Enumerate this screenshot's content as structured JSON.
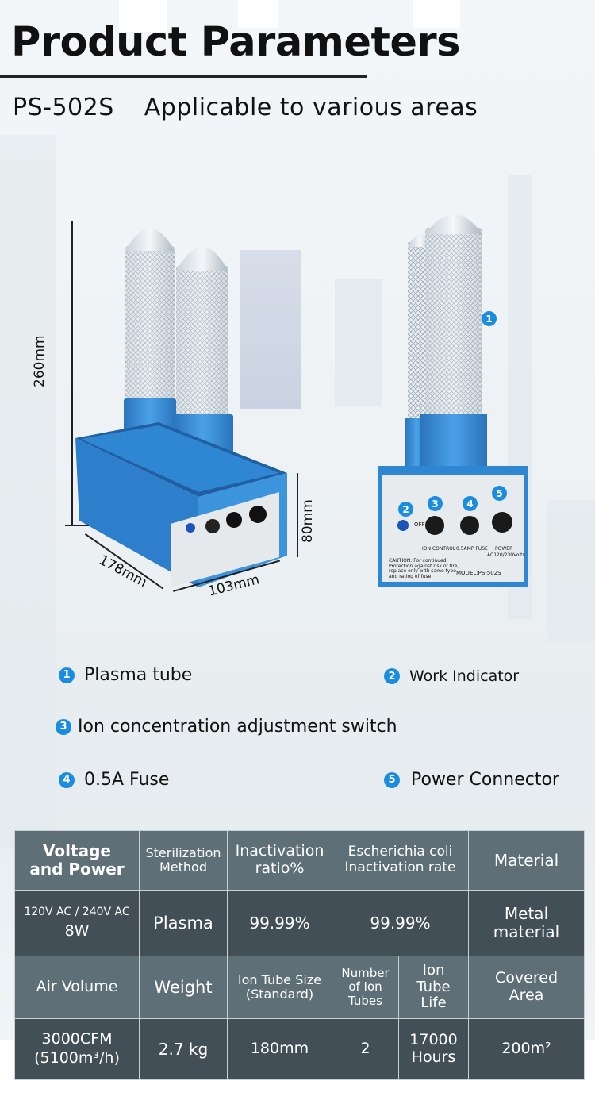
{
  "header": {
    "title": "Product Parameters",
    "model": "PS-502S",
    "subtitle": "Applicable to various areas"
  },
  "dimensions": {
    "height": "260mm",
    "base_height": "80mm",
    "depth": "178mm",
    "width": "103mm"
  },
  "device_label": {
    "model": "MODEL:PS-502S",
    "caution": "CAUTION: For continued Protection against risk of fire, replace only with same type and rating of fuse",
    "off": "OFF",
    "ion_control": "ION CONTROL",
    "fuse": "0.5AMP FUSE",
    "power": "POWER",
    "power_rating": "AC120/230Volts"
  },
  "callouts": [
    "1",
    "2",
    "3",
    "4",
    "5"
  ],
  "legend": [
    {
      "num": "1",
      "label": "Plasma tube"
    },
    {
      "num": "2",
      "label": "Work Indicator"
    },
    {
      "num": "3",
      "label": "Ion concentration adjustment switch"
    },
    {
      "num": "4",
      "label": "0.5A Fuse"
    },
    {
      "num": "5",
      "label": "Power Connector"
    }
  ],
  "table": {
    "header1": [
      "Voltage\nand Power",
      "Sterilization\nMethod",
      "Inactivation\nratio%",
      "Escherichia coli\nInactivation rate",
      "Material"
    ],
    "values1": [
      "120V AC / 240V AC",
      "8W",
      "Plasma",
      "99.99%",
      "99.99%",
      "Metal\nmaterial"
    ],
    "header2": [
      "Air Volume",
      "Weight",
      "Ion Tube Size\n(Standard)",
      "Number\nof Ion\nTubes",
      "Ion\nTube\nLife",
      "Covered\nArea"
    ],
    "values2": [
      "3000CFM",
      "(5100m³/h)",
      "2.7 kg",
      "180mm",
      "2",
      "17000\nHours",
      "200m²"
    ]
  },
  "colors": {
    "accent": "#1b8de0",
    "device_blue": "#2f86d3",
    "table_header": "#5f6f78",
    "table_value": "#434f56"
  }
}
